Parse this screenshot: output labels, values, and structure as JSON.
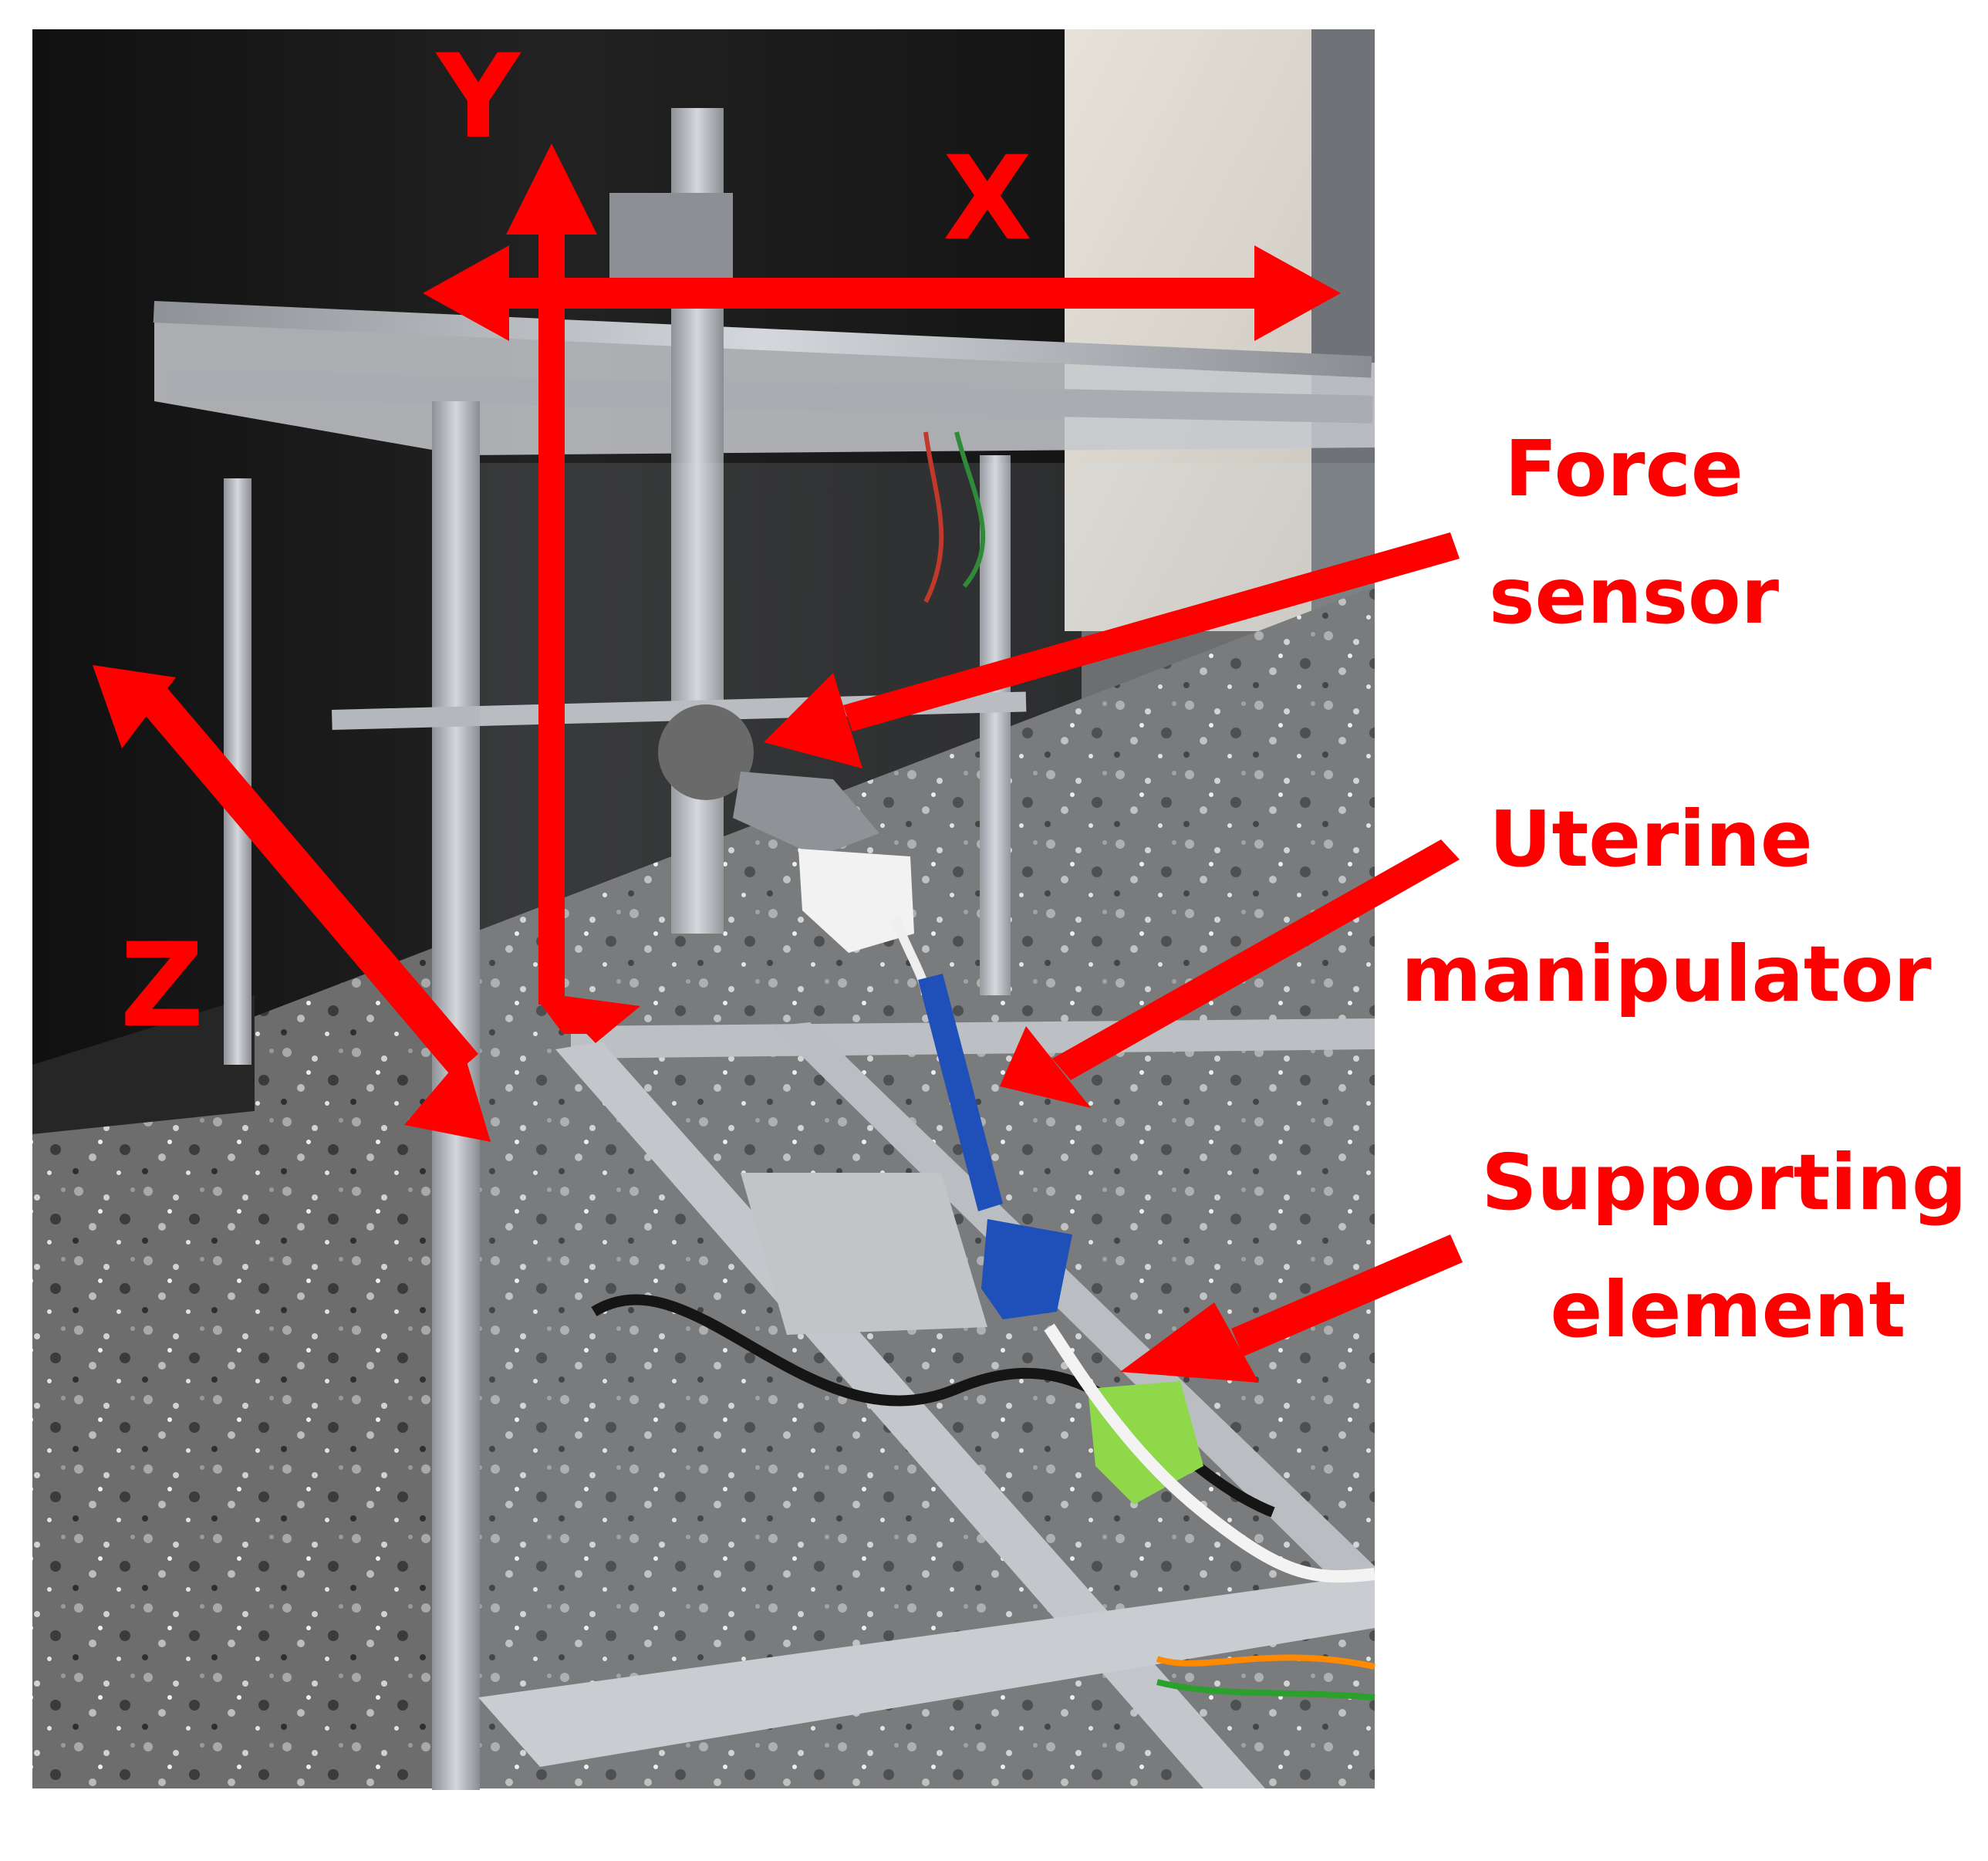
{
  "figure": {
    "colors": {
      "annotation_red": "#ff0000",
      "background": "#ffffff",
      "aluminum_frame": "#b9bcc0",
      "dark_curtain": "#1b1b1b",
      "floor_terrazzo": "#6d6d6d",
      "wall": "#e2ded6",
      "manipulator_blue": "#1f4fb8",
      "support_green": "#8fd84a"
    },
    "axes": {
      "x_label": "X",
      "y_label": "Y",
      "z_label": "Z"
    },
    "callouts": {
      "force_sensor_line1": "Force",
      "force_sensor_line2": "sensor",
      "uterine_line1": "Uterine",
      "uterine_line2": "manipulator",
      "support_line1": "Supporting",
      "support_line2": "element"
    }
  }
}
